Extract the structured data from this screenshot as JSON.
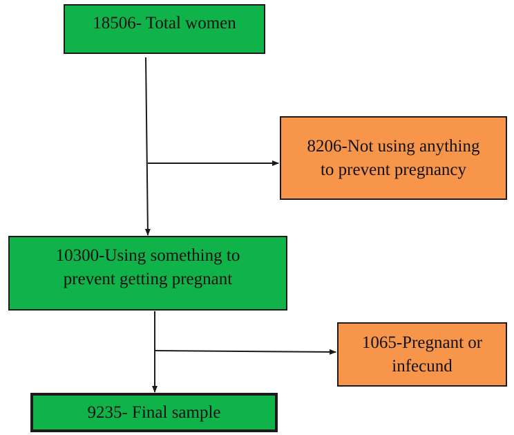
{
  "flowchart": {
    "boxes": {
      "total": {
        "lines": [
          "18506- Total women"
        ],
        "fill": "#10b24a"
      },
      "not_using": {
        "lines": [
          "8206-Not using anything",
          "to prevent pregnancy"
        ],
        "fill": "#f7964a"
      },
      "using": {
        "lines": [
          "10300-Using something to",
          "prevent getting pregnant"
        ],
        "fill": "#10b24a"
      },
      "pregnant": {
        "lines": [
          "1065-Pregnant or",
          "infecund"
        ],
        "fill": "#f7964a"
      },
      "final": {
        "lines": [
          "9235- Final sample"
        ],
        "fill": "#10b24a"
      }
    },
    "colors": {
      "green": "#10b24a",
      "orange": "#f7964a",
      "line": "#1a1a1a"
    }
  }
}
